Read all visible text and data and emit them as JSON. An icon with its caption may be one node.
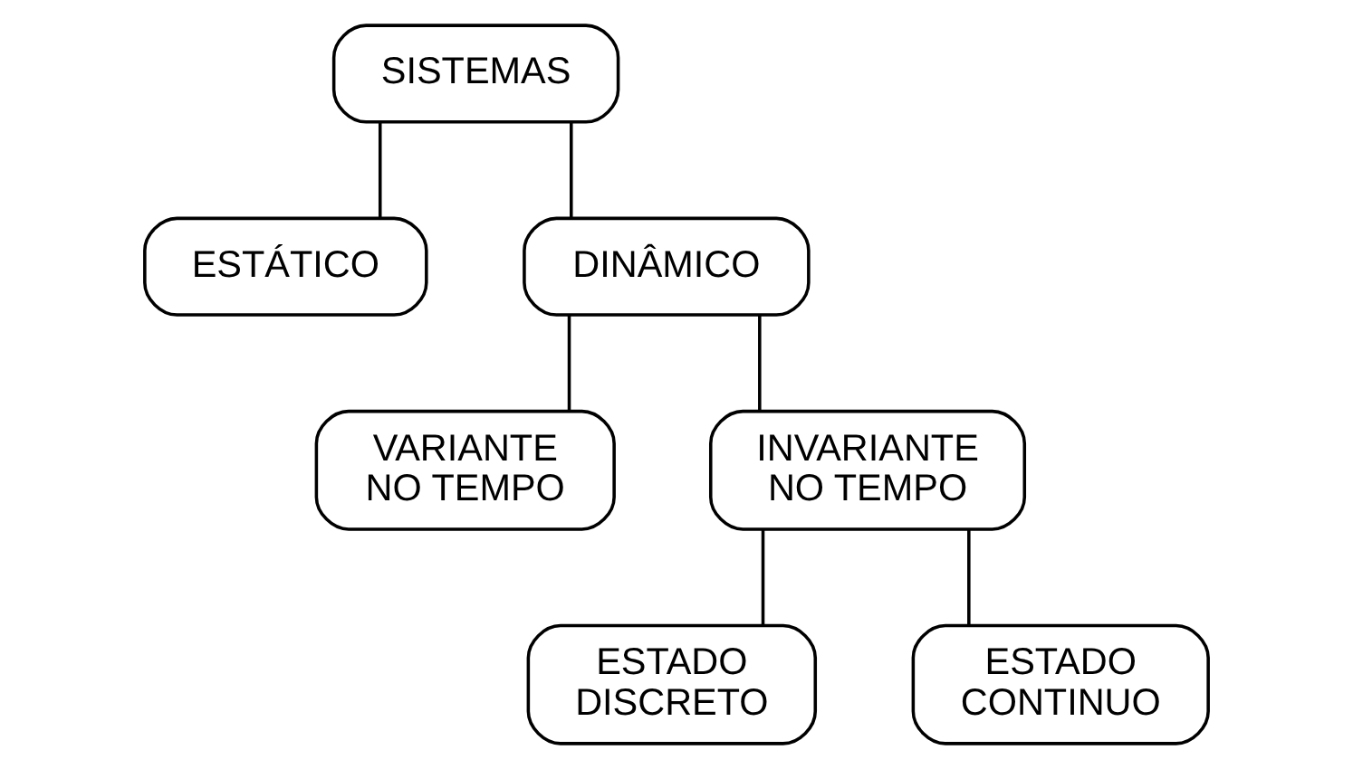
{
  "diagram": {
    "nodes": [
      {
        "text": [
          "SISTEMAS"
        ]
      },
      {
        "text": [
          "ESTÁTICO"
        ]
      },
      {
        "text": [
          "DINÂMICO"
        ]
      },
      {
        "text": [
          "VARIANTE NO TEMPO"
        ]
      },
      {
        "text": [
          "INVARIANTE NO TEMPO"
        ]
      },
      {
        "text": [
          "ESTADO DISCRETO"
        ]
      },
      {
        "text": [
          "ESTADO CONTINUO"
        ]
      }
    ],
    "edges": [
      {
        "from": 0,
        "to": 1,
        "arrow": "none"
      },
      {
        "from": 0,
        "to": 2,
        "arrow": "none"
      },
      {
        "from": 2,
        "to": 3,
        "arrow": "none"
      },
      {
        "from": 2,
        "to": 4,
        "arrow": "none"
      },
      {
        "from": 4,
        "to": 5,
        "arrow": "none"
      },
      {
        "from": 4,
        "to": 6,
        "arrow": "none"
      }
    ]
  }
}
